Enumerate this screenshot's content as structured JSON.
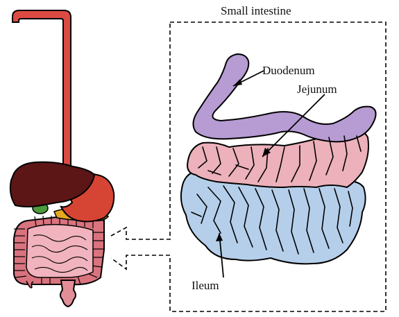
{
  "diagram": {
    "title": "Small intestine",
    "labels": {
      "duodenum": "Duodenum",
      "jejunum": "Jejunum",
      "ileum": "Ileum"
    },
    "colors": {
      "esophagus": "#dc4b43",
      "liver": "#5c1616",
      "stomach": "#d64433",
      "gallbladder": "#4e9a3c",
      "pancreas": "#e5a81e",
      "small_intestine_overview": "#f1b3bd",
      "large_intestine": "#d9737e",
      "rectum": "#e28e99",
      "duodenum": "#b79bd3",
      "jejunum": "#ecb1bb",
      "ileum": "#b5cfea",
      "outline": "#000000"
    }
  }
}
